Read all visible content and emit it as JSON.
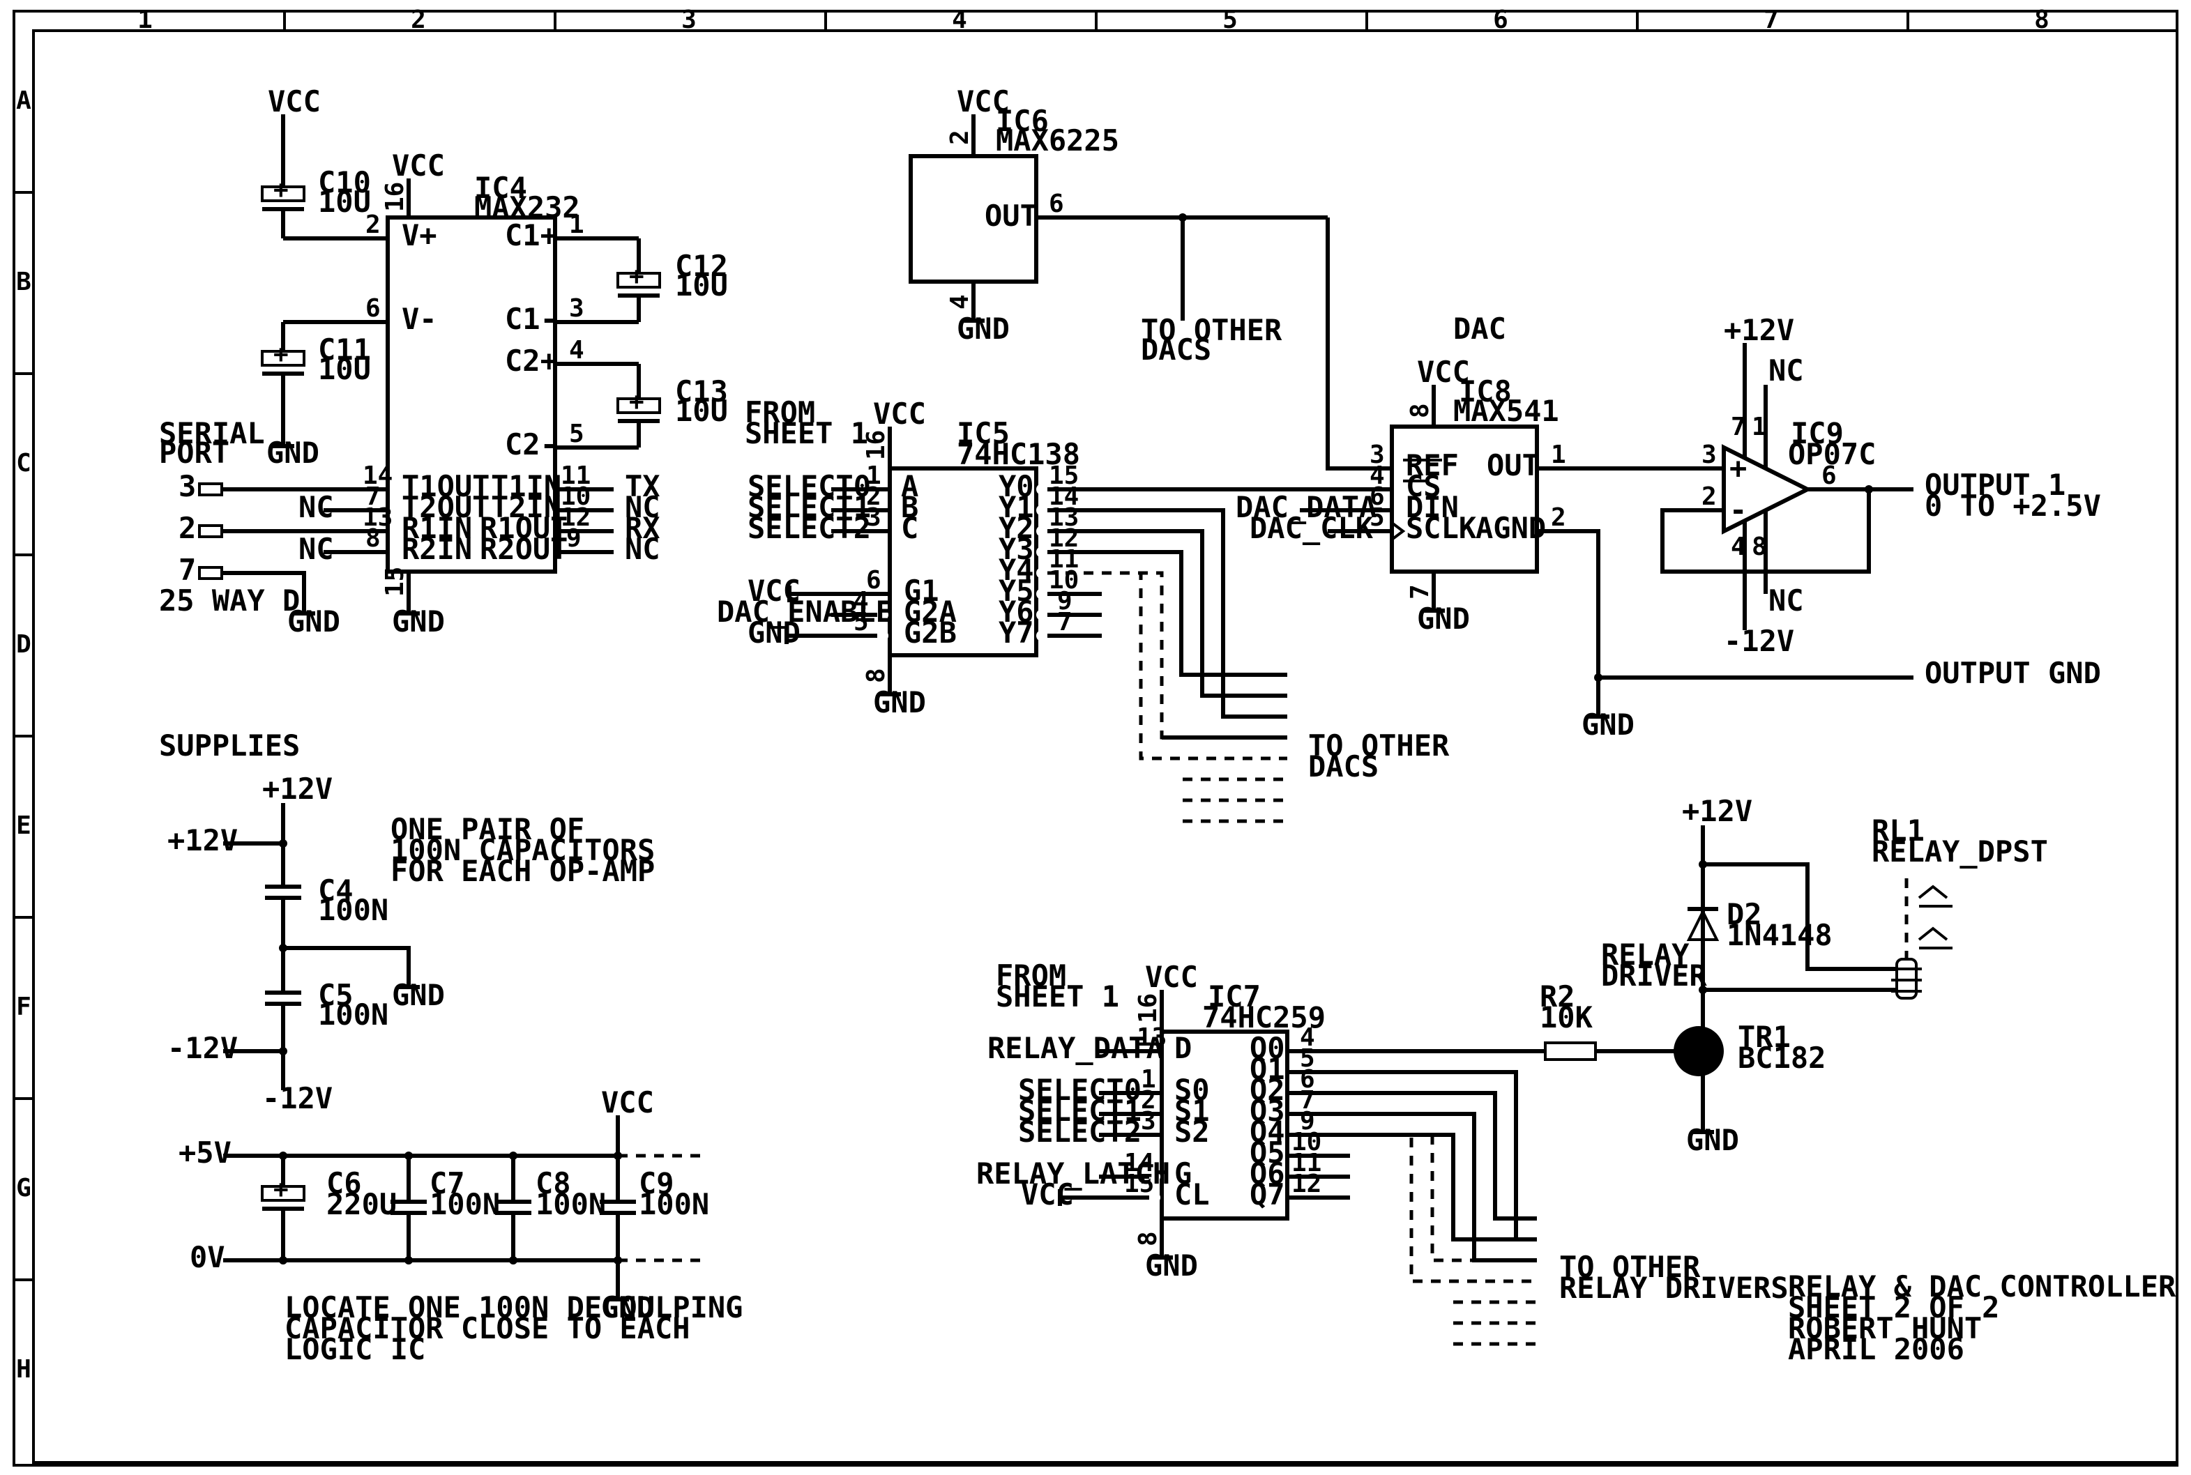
{
  "frame": {
    "cols": [
      "1",
      "2",
      "3",
      "4",
      "5",
      "6",
      "7",
      "8"
    ],
    "rows": [
      "A",
      "B",
      "C",
      "D",
      "E",
      "F",
      "G",
      "H"
    ]
  },
  "ic4": {
    "ref": "IC4",
    "part": "MAX232",
    "vcc": "VCC",
    "gnd": "GND",
    "pin_vcc": "16",
    "pin_gnd": "15",
    "left": [
      {
        "num": "2",
        "name": "V+"
      },
      {
        "num": "6",
        "name": "V-"
      },
      {
        "num": "14",
        "name": "T1OUT"
      },
      {
        "num": "7",
        "name": "T2OUT"
      },
      {
        "num": "13",
        "name": "R1IN"
      },
      {
        "num": "8",
        "name": "R2IN"
      }
    ],
    "right": [
      {
        "num": "1",
        "name": "C1+"
      },
      {
        "num": "3",
        "name": "C1-"
      },
      {
        "num": "4",
        "name": "C2+"
      },
      {
        "num": "5",
        "name": "C2-"
      },
      {
        "num": "11",
        "name": "T1IN",
        "net": "TX"
      },
      {
        "num": "10",
        "name": "T2IN",
        "net": "NC"
      },
      {
        "num": "12",
        "name": "R1OUT",
        "net": "RX"
      },
      {
        "num": "9",
        "name": "R2OUT",
        "net": "NC"
      }
    ],
    "c10": {
      "ref": "C10",
      "val": "10U"
    },
    "c11": {
      "ref": "C11",
      "val": "10U"
    },
    "c12": {
      "ref": "C12",
      "val": "10U"
    },
    "c13": {
      "ref": "C13",
      "val": "10U"
    },
    "nc_t2": "NC",
    "nc_r2": "NC",
    "vcc_c10": "VCC",
    "gnd_c11": "GND"
  },
  "serial": {
    "title1": "SERIAL",
    "title2": "PORT",
    "pins": [
      "3",
      "2",
      "7"
    ],
    "conn": "25 WAY D",
    "gnd": "GND"
  },
  "ic6": {
    "ref": "IC6",
    "part": "MAX6225",
    "vcc": "VCC",
    "gnd": "GND",
    "pin_vcc": "2",
    "pin_gnd": "4",
    "out": "OUT",
    "pin_out": "6",
    "other1": "TO OTHER",
    "other2": "DACS"
  },
  "ic5": {
    "ref": "IC5",
    "part": "74HC138",
    "vcc": "VCC",
    "gnd": "GND",
    "pin_vcc": "16",
    "pin_gnd": "8",
    "from1": "FROM",
    "from2": "SHEET 1",
    "left": [
      {
        "net": "SELECT0",
        "num": "1",
        "name": "A"
      },
      {
        "net": "SELECT1",
        "num": "2",
        "name": "B"
      },
      {
        "net": "SELECT2",
        "num": "3",
        "name": "C"
      },
      {
        "net": "VCC",
        "num": "6",
        "name": "G1"
      },
      {
        "net": "DAC_ENABLE",
        "num": "4",
        "name": "G2A"
      },
      {
        "net": "GND",
        "num": "5",
        "name": "G2B"
      }
    ],
    "right": [
      {
        "num": "15",
        "name": "Y0"
      },
      {
        "num": "14",
        "name": "Y1"
      },
      {
        "num": "13",
        "name": "Y2"
      },
      {
        "num": "12",
        "name": "Y3"
      },
      {
        "num": "11",
        "name": "Y4"
      },
      {
        "num": "10",
        "name": "Y5"
      },
      {
        "num": "9",
        "name": "Y6"
      },
      {
        "num": "7",
        "name": "Y7"
      }
    ],
    "other1": "TO OTHER",
    "other2": "DACS"
  },
  "ic8": {
    "title": "DAC",
    "ref": "IC8",
    "part": "MAX541",
    "vcc": "VCC",
    "gnd": "GND",
    "pin_vcc": "8",
    "pin_gnd": "7",
    "left": [
      {
        "num": "3",
        "name": "REF"
      },
      {
        "num": "4",
        "name": "CS",
        "net": ""
      },
      {
        "num": "6",
        "name": "DIN",
        "net": "DAC_DATA"
      },
      {
        "num": "5",
        "name": "SCLK",
        "net": "DAC_CLK"
      }
    ],
    "out": "OUT",
    "pin_out": "1",
    "agnd": "AGND",
    "pin_agnd": "2"
  },
  "ic9": {
    "ref": "IC9",
    "part": "OP07C",
    "pos": "+12V",
    "neg": "-12V",
    "nc1": "NC",
    "nc2": "NC",
    "pins": {
      "p7": "7",
      "p1": "1",
      "p3": "3",
      "p2": "2",
      "p6": "6",
      "p4": "4",
      "p8": "8"
    },
    "plus": "+",
    "minus": "-"
  },
  "outputs": {
    "out1": "OUTPUT 1",
    "out1b": "0 TO +2.5V",
    "gnd": "OUTPUT GND",
    "gnd_sym": "GND"
  },
  "supplies": {
    "title": "SUPPLIES",
    "p12": "+12V",
    "p12b": "+12V",
    "n12": "-12V",
    "n12b": "-12V",
    "c4": {
      "ref": "C4",
      "val": "100N"
    },
    "c5": {
      "ref": "C5",
      "val": "100N"
    },
    "gnd": "GND",
    "note1": "ONE PAIR OF",
    "note2": "100N CAPACITORS",
    "note3": "FOR EACH OP-AMP"
  },
  "decoupling": {
    "p5": "+5V",
    "zero": "0V",
    "vcc": "VCC",
    "gnd": "GND",
    "c6": {
      "ref": "C6",
      "val": "220U"
    },
    "c7": {
      "ref": "C7",
      "val": "100N"
    },
    "c8": {
      "ref": "C8",
      "val": "100N"
    },
    "c9": {
      "ref": "C9",
      "val": "100N"
    },
    "note1": "LOCATE ONE 100N DECOULPING",
    "note2": "CAPACITOR CLOSE TO EACH",
    "note3": "LOGIC IC"
  },
  "ic7": {
    "ref": "IC7",
    "part": "74HC259",
    "vcc": "VCC",
    "gnd": "GND",
    "pin_vcc": "16",
    "pin_gnd": "8",
    "from1": "FROM",
    "from2": "SHEET 1",
    "left": [
      {
        "net": "RELAY_DATA",
        "num": "13",
        "name": "D"
      },
      {
        "net": "SELECT0",
        "num": "1",
        "name": "S0"
      },
      {
        "net": "SELECT1",
        "num": "2",
        "name": "S1"
      },
      {
        "net": "SELECT2",
        "num": "3",
        "name": "S2"
      },
      {
        "net": "RELAY_LATCH",
        "num": "14",
        "name": "G"
      },
      {
        "net": "VCC",
        "num": "15",
        "name": "CL"
      }
    ],
    "right": [
      {
        "num": "4",
        "name": "Q0"
      },
      {
        "num": "5",
        "name": "Q1"
      },
      {
        "num": "6",
        "name": "Q2"
      },
      {
        "num": "7",
        "name": "Q3"
      },
      {
        "num": "9",
        "name": "Q4"
      },
      {
        "num": "10",
        "name": "Q5"
      },
      {
        "num": "11",
        "name": "Q6"
      },
      {
        "num": "12",
        "name": "Q7"
      }
    ],
    "other1": "TO OTHER",
    "other2": "RELAY DRIVERS"
  },
  "relay": {
    "p12": "+12V",
    "rl_ref": "RL1",
    "rl_part": "RELAY_DPST",
    "d_ref": "D2",
    "d_part": "1N4148",
    "driver1": "RELAY",
    "driver2": "DRIVER",
    "r_ref": "R2",
    "r_val": "10K",
    "tr_ref": "TR1",
    "tr_part": "BC182",
    "gnd": "GND"
  },
  "titleblock": {
    "l1": "RELAY & DAC CONTROLLER",
    "l2": "SHEET 2 OF 2",
    "l3": "ROBERT HUNT",
    "l4": "APRIL 2006"
  }
}
